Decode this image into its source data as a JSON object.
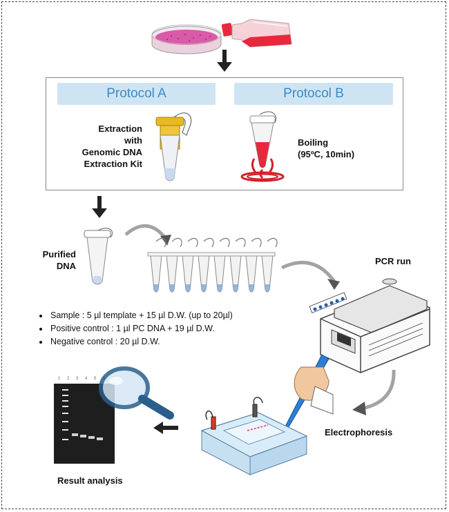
{
  "protocols": {
    "a": {
      "title": "Protocol A",
      "label_lines": [
        "Extraction",
        "with",
        "Genomic DNA",
        "Extraction Kit"
      ]
    },
    "b": {
      "title": "Protocol B",
      "label_lines": [
        "Boiling",
        "(95ºC, 10min)"
      ]
    }
  },
  "labels": {
    "purified": [
      "Purified",
      "DNA"
    ],
    "pcr_run": "PCR run",
    "electrophoresis": "Electrophoresis",
    "result_analysis": "Result analysis",
    "gel_lanes": "1 2 3 4 5 6 7"
  },
  "bullets": [
    "Sample : 5 µl template + 15 µl D.W. (up to 20µl)",
    "Positive control : 1 µl PC DNA + 19 µl D.W.",
    "Negative control : 20 µl D.W."
  ],
  "colors": {
    "header_bg": "#cfe4f3",
    "header_text": "#3a8bc4",
    "culture_media": "#d95aa8",
    "flask_media": "#e8283c",
    "kit_tube": "#e8b923",
    "boiling": "#d41f26",
    "gel": "#1e1e1e"
  },
  "icons": [
    "petri-dish-icon",
    "culture-flask-icon",
    "kit-tube-icon",
    "boiling-tube-icon",
    "pcr-strip-icon",
    "thermocycler-icon",
    "pipette-icon",
    "gel-tank-icon",
    "gel-image-icon",
    "magnifier-icon"
  ]
}
